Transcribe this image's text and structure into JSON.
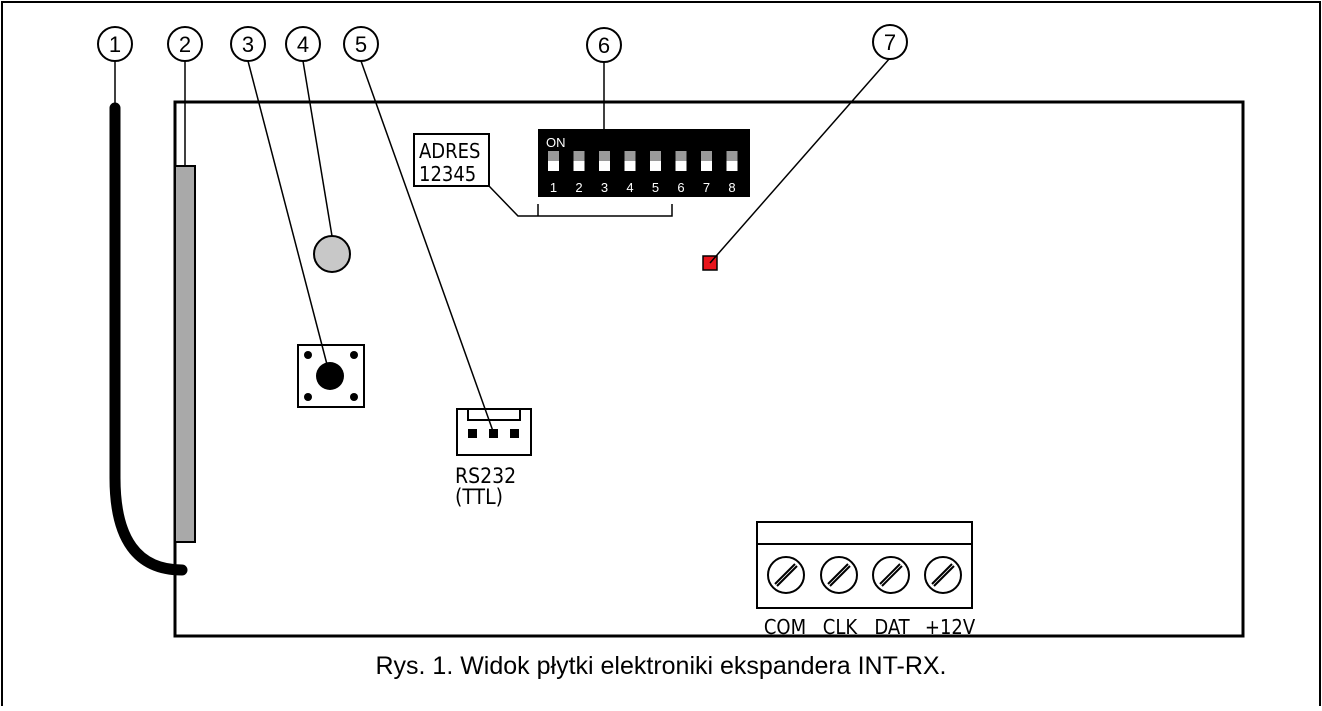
{
  "callouts": [
    "1",
    "2",
    "3",
    "4",
    "5",
    "6",
    "7"
  ],
  "address_box": {
    "line1": "ADRES",
    "line2": "12345"
  },
  "dip_switch": {
    "on_label": "ON",
    "numbers": [
      "1",
      "2",
      "3",
      "4",
      "5",
      "6",
      "7",
      "8"
    ]
  },
  "serial_port": {
    "line1": "RS232",
    "line2": "(TTL)"
  },
  "terminals": [
    "COM",
    "CLK",
    "DAT",
    "+12V"
  ],
  "colors": {
    "led_red": "#e8141b",
    "led_grey": "#c8c8c8",
    "antenna_strip": "#a9a9a9",
    "line": "#000000"
  },
  "caption": "Rys. 1. Widok płytki elektroniki ekspandera INT-RX."
}
